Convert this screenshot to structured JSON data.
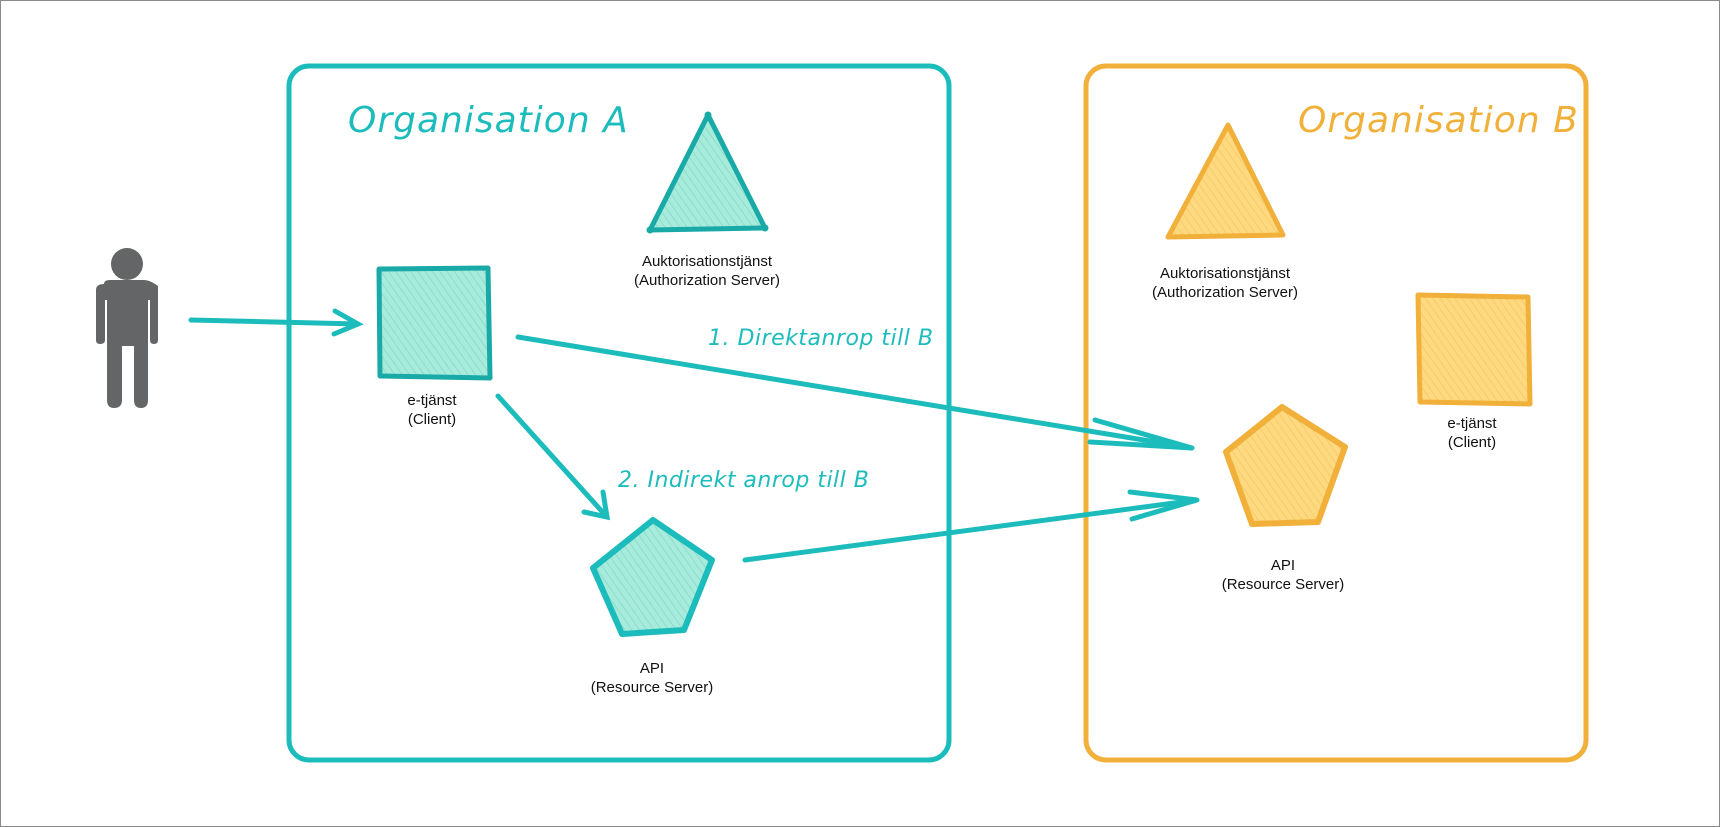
{
  "colors": {
    "org_a": "#1dbcbc",
    "org_a_fill": "#9be8d6",
    "org_a_stroke": "#19aaa8",
    "org_b": "#f0b03a",
    "org_b_fill": "#fdd67a",
    "user": "#636567"
  },
  "user": {
    "icon": "person-icon"
  },
  "org_a": {
    "title": "Organisation A",
    "auth_server": {
      "icon": "triangle-icon",
      "name": "Auktorisationstjänst",
      "role": "(Authorization Server)"
    },
    "client": {
      "icon": "square-icon",
      "name": "e-tjänst",
      "role": "(Client)"
    },
    "api": {
      "icon": "pentagon-icon",
      "name": "API",
      "role": "(Resource Server)"
    }
  },
  "org_b": {
    "title": "Organisation B",
    "auth_server": {
      "icon": "triangle-icon",
      "name": "Auktorisationstjänst",
      "role": "(Authorization Server)"
    },
    "client": {
      "icon": "square-icon",
      "name": "e-tjänst",
      "role": "(Client)"
    },
    "api": {
      "icon": "pentagon-icon",
      "name": "API",
      "role": "(Resource Server)"
    }
  },
  "calls": {
    "direct": "1. Direktanrop till B",
    "indirect": "2. Indirekt anrop till B"
  }
}
